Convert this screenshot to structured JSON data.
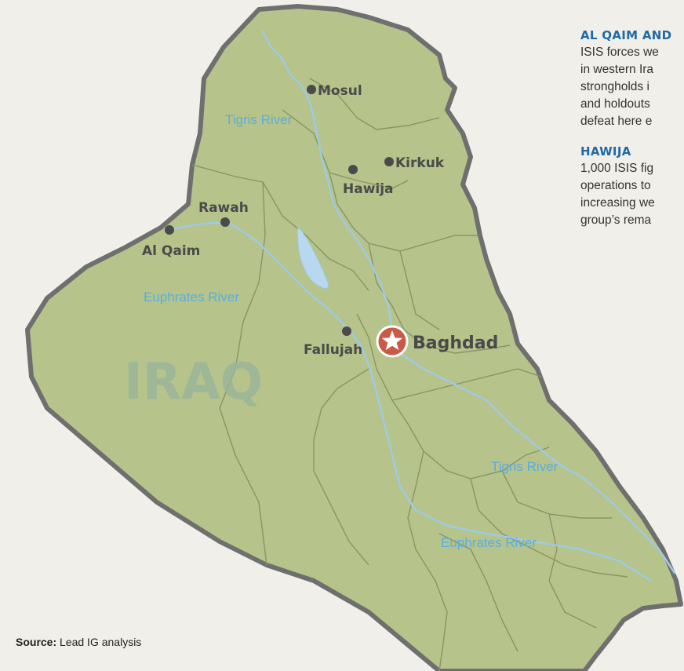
{
  "map": {
    "country": "IRAQ",
    "colors": {
      "land": "#b6c38a",
      "border": "#6f6f6f",
      "province": "#8a9466",
      "river": "#9ecbe3",
      "lake": "#b8d8ef",
      "capital_marker": "#c95a48",
      "city_dot": "#4a4a4a"
    },
    "cities": [
      {
        "id": "mosul",
        "name": "Mosul"
      },
      {
        "id": "kirkuk",
        "name": "Kirkuk"
      },
      {
        "id": "hawija",
        "name": "Hawija"
      },
      {
        "id": "rawah",
        "name": "Rawah"
      },
      {
        "id": "al-qaim",
        "name": "Al Qaim"
      },
      {
        "id": "fallujah",
        "name": "Fallujah"
      }
    ],
    "capital": {
      "name": "Baghdad",
      "icon": "star-icon"
    },
    "rivers": [
      {
        "label": "Tigris River"
      },
      {
        "label": "Euphrates River"
      },
      {
        "label": "Tigris River"
      },
      {
        "label": "Euphrates River"
      }
    ]
  },
  "panel": {
    "sections": [
      {
        "heading": "AL QAIM AND",
        "lines": [
          "ISIS forces we",
          "in western Ira",
          "strongholds i",
          "and holdouts",
          "defeat here e"
        ]
      },
      {
        "heading": "HAWIJA",
        "lines": [
          "1,000 ISIS fig",
          "operations to",
          "increasing we",
          "group’s rema"
        ]
      }
    ]
  },
  "source": {
    "label": "Source:",
    "text": "Lead IG analysis"
  }
}
